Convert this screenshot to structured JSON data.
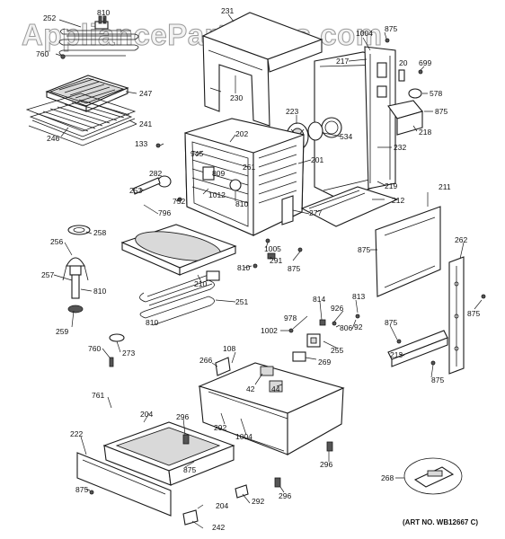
{
  "watermark": "AppliancePartsPros.com",
  "art_number": "(ART NO. WB12667 C)",
  "callouts": {
    "c252": "252",
    "c810a": "810",
    "c760a": "760",
    "c247": "247",
    "c241": "241",
    "c246": "246",
    "c231": "231",
    "c230": "230",
    "c1004a": "1004",
    "c875a": "875",
    "c217": "217",
    "c20": "20",
    "c699": "699",
    "c578": "578",
    "c875b": "875",
    "c218": "218",
    "c223": "223",
    "c534": "534",
    "c232": "232",
    "c133": "133",
    "c945": "945",
    "c202": "202",
    "c809": "809",
    "c261": "261",
    "c201": "201",
    "c219": "219",
    "c282": "282",
    "c253": "253",
    "c752": "752",
    "c1012": "1012",
    "c810b": "810",
    "c212": "212",
    "c211": "211",
    "c796": "796",
    "c277": "277",
    "c258": "258",
    "c1005": "1005",
    "c875c": "875",
    "c256": "256",
    "c291": "291",
    "c875d": "875",
    "c262": "262",
    "c810c": "810",
    "c257": "257",
    "c210": "210",
    "c810d": "810",
    "c251": "251",
    "c875e": "875",
    "c813": "813",
    "c814": "814",
    "c926": "926",
    "c810e": "810",
    "c978": "978",
    "c806": "806",
    "c92": "92",
    "c259": "259",
    "c1002": "1002",
    "c875f": "875",
    "c255": "255",
    "c760b": "760",
    "c273": "273",
    "c108": "108",
    "c213": "213",
    "c269": "269",
    "c266": "266",
    "c42": "42",
    "c44": "44",
    "c875g": "875",
    "c761": "761",
    "c204a": "204",
    "c296a": "296",
    "c292a": "292",
    "c1004b": "1004",
    "c222": "222",
    "c875h": "875",
    "c296b": "296",
    "c268": "268",
    "c875i": "875",
    "c292b": "292",
    "c296c": "296",
    "c204b": "204",
    "c242": "242"
  }
}
